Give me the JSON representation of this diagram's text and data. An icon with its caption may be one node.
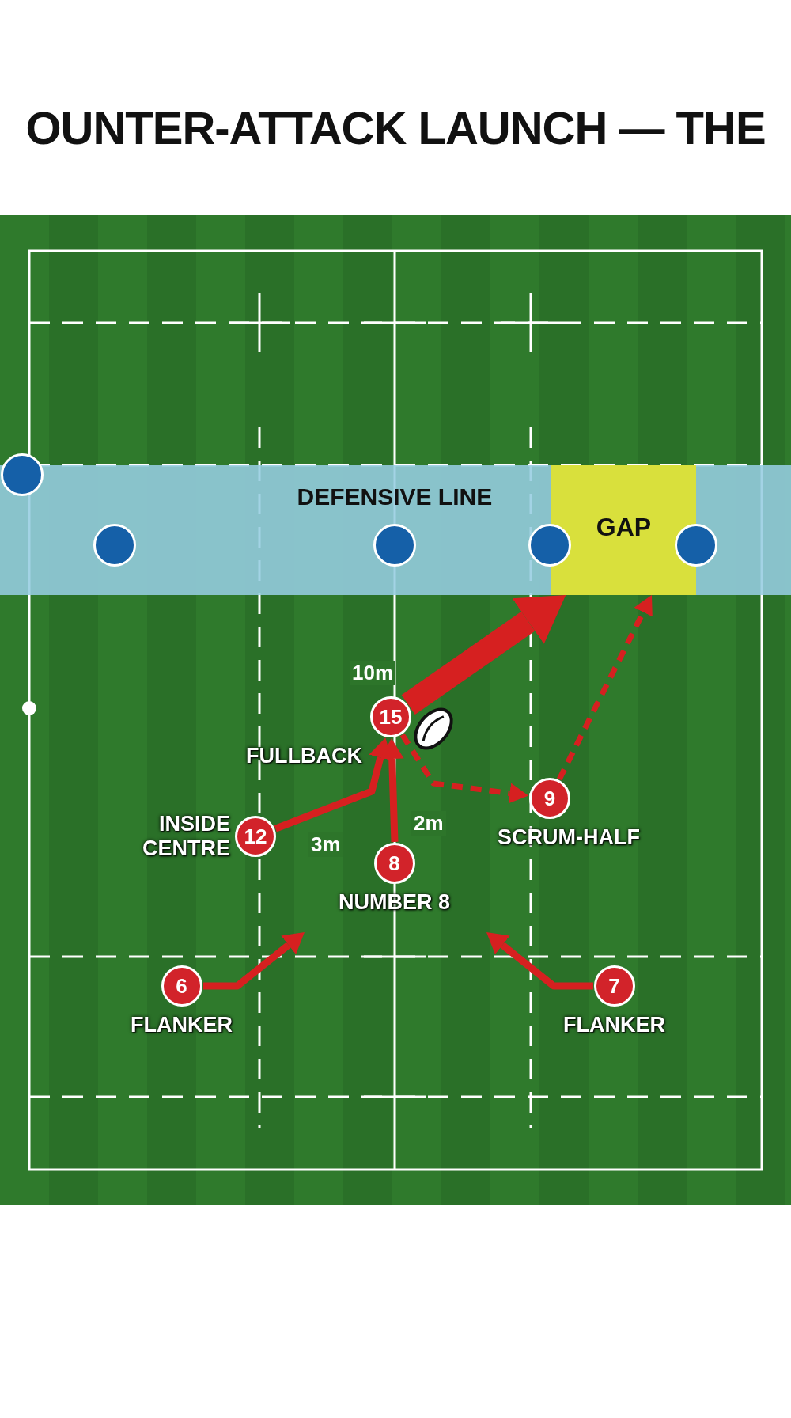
{
  "diagram": {
    "title": "OUNTER-ATTACK LAUNCH — THE",
    "nodes": [
      {
        "text": [
          "DEFENSIVE LINE"
        ]
      },
      {
        "text": [
          "GAP"
        ],
        "in": 0
      },
      {
        "text": [],
        "shape": "circle"
      },
      {
        "text": [],
        "shape": "circle",
        "in": 0
      },
      {
        "text": [],
        "shape": "circle",
        "in": 0
      },
      {
        "text": [],
        "shape": "circle",
        "in": 0
      },
      {
        "text": [],
        "shape": "circle",
        "in": 0
      },
      {
        "text": [
          "15"
        ],
        "beside": [
          "FULLBACK"
        ]
      },
      {
        "text": [
          "12"
        ],
        "beside": [
          "INSIDE CENTRE"
        ]
      },
      {
        "text": [
          "8"
        ],
        "beside": [
          "NUMBER 8"
        ]
      },
      {
        "text": [
          "9"
        ],
        "beside": [
          "SCRUM-HALF"
        ]
      },
      {
        "text": [
          "6"
        ],
        "beside": [
          "FLANKER"
        ]
      },
      {
        "text": [
          "7"
        ],
        "beside": [
          "FLANKER"
        ]
      }
    ],
    "edges": [
      {
        "from": 7,
        "to": 1,
        "arrow": "to",
        "label": "10m",
        "style": "thick"
      },
      {
        "from": 7,
        "to": 10,
        "arrow": "to",
        "style": "dashed"
      },
      {
        "from": 10,
        "to": 1,
        "arrow": "to",
        "style": "dashed"
      },
      {
        "from": 8,
        "to": 7,
        "arrow": "to",
        "label": "3m"
      },
      {
        "from": 9,
        "to": 7,
        "arrow": "to",
        "label": "2m"
      },
      {
        "from": 11,
        "to": null,
        "arrow": "to"
      },
      {
        "from": 12,
        "to": null,
        "arrow": "to"
      }
    ]
  }
}
